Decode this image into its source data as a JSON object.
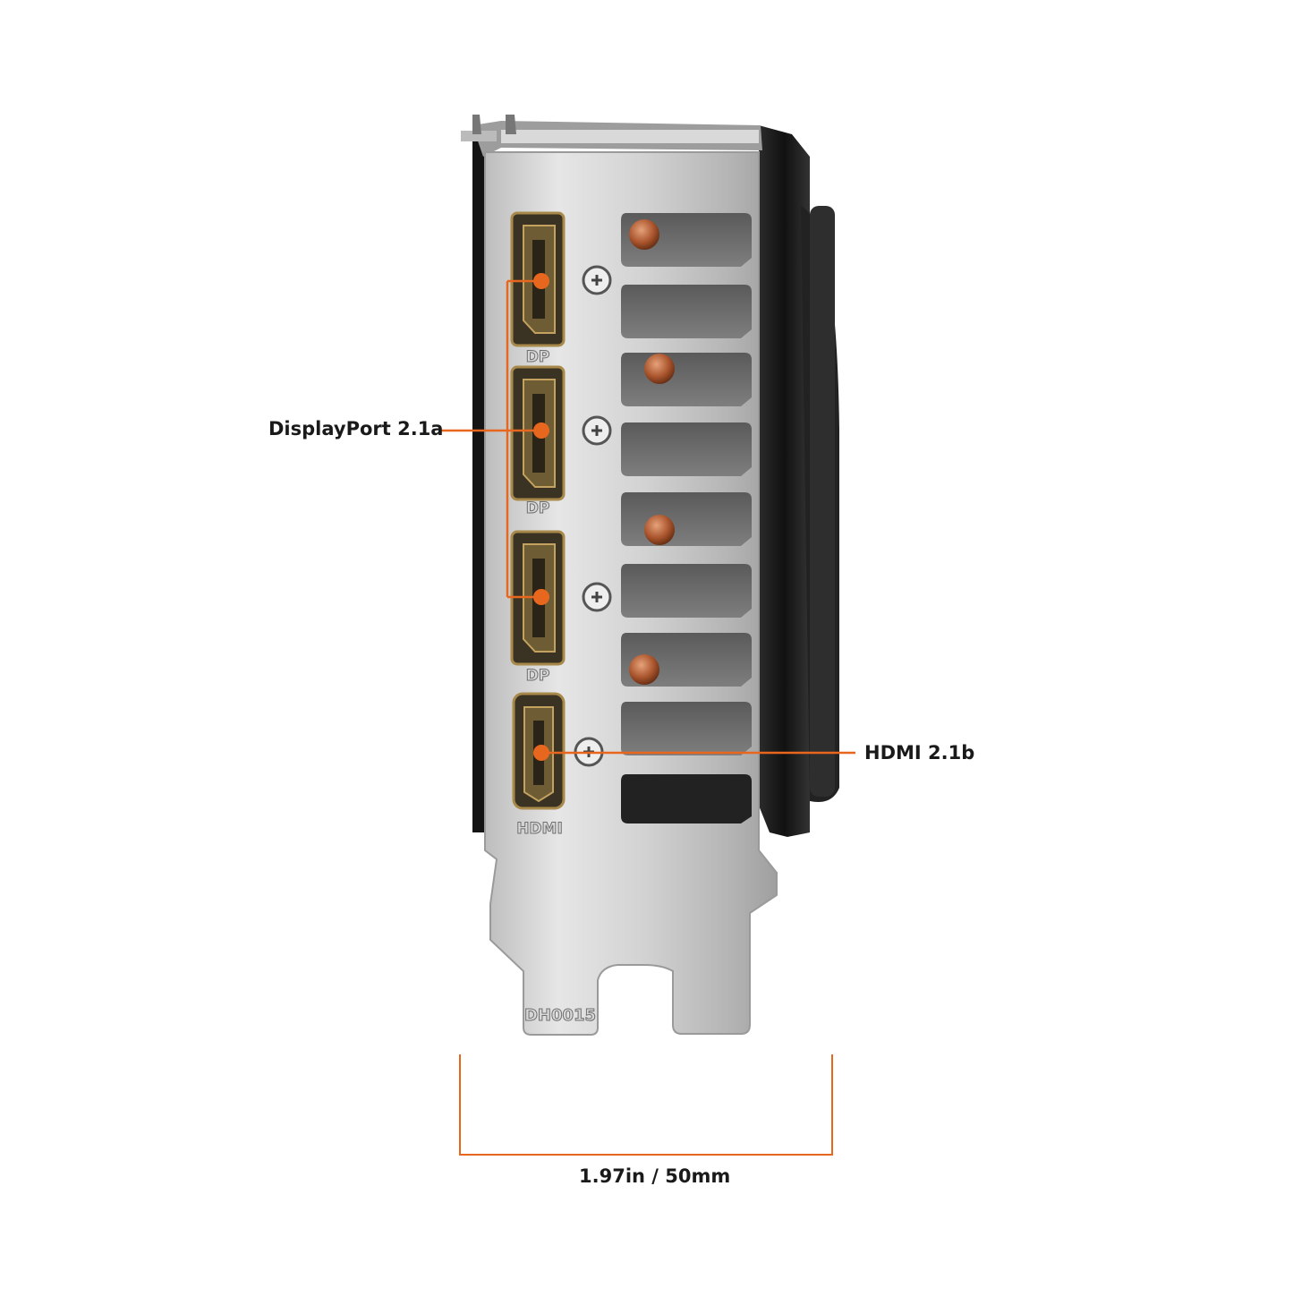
{
  "image": {
    "subject": "graphics card I/O bracket"
  },
  "bracket": {
    "port_labels": [
      "DP",
      "DP",
      "DP",
      "HDMI"
    ],
    "stamp": "DH0015"
  },
  "callouts": {
    "displayport": "DisplayPort 2.1a",
    "hdmi": "HDMI 2.1b"
  },
  "dimension": {
    "label": "1.97in / 50mm"
  },
  "colors": {
    "accent": "#E8671F",
    "bracket_silver": "#c9c9c9",
    "shroud_black": "#1b1b1b",
    "port_gold": "#a8894a"
  }
}
